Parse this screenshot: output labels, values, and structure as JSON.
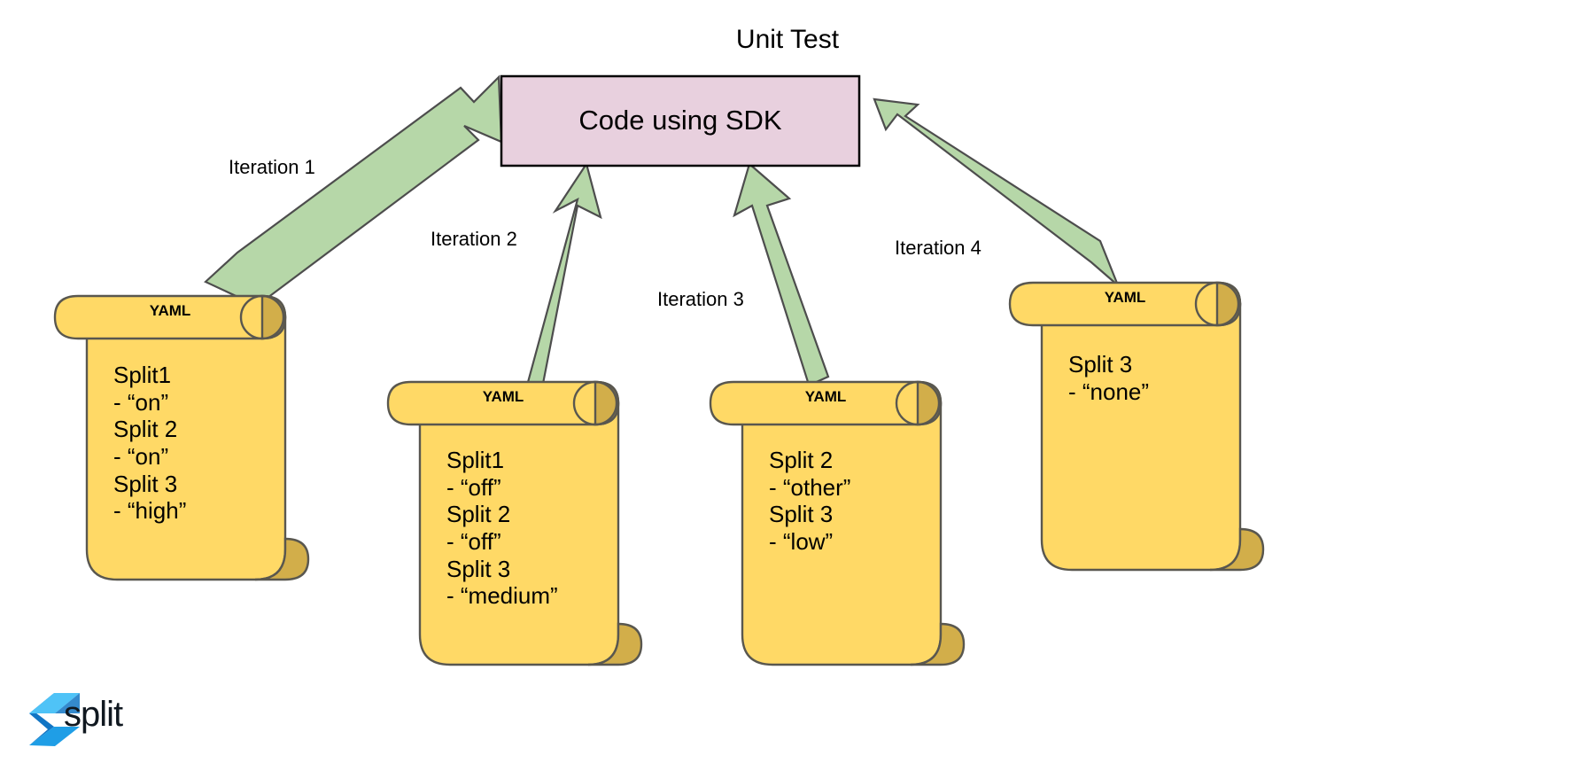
{
  "diagram": {
    "title": "Unit Test",
    "central_node": {
      "label": "Code using SDK",
      "fill_color": "#e8d0de",
      "border_color": "#000000"
    },
    "arrow_color": "#b6d7a8",
    "arrow_border_color": "#4d4d4d",
    "edges": [
      {
        "label": "Iteration 1"
      },
      {
        "label": "Iteration 2"
      },
      {
        "label": "Iteration 3"
      },
      {
        "label": "Iteration 4"
      }
    ],
    "scroll_style": {
      "fill_color": "#ffd966",
      "border_color": "#59574f",
      "curl_color": "#d2ae4a"
    },
    "scrolls": [
      {
        "header": "YAML",
        "body": "Split1\n - “on”\nSplit 2\n- “on”\nSplit 3\n- “high”"
      },
      {
        "header": "YAML",
        "body": "Split1\n - “off”\nSplit 2\n- “off”\nSplit 3\n- “medium”"
      },
      {
        "header": "YAML",
        "body": "Split 2\n- “other”\nSplit 3\n- “low”"
      },
      {
        "header": "YAML",
        "body": "Split 3\n- “none”"
      }
    ],
    "brand": {
      "name": "split",
      "mark_color_dark": "#1275c4",
      "mark_color_light": "#4fc3f7"
    }
  }
}
